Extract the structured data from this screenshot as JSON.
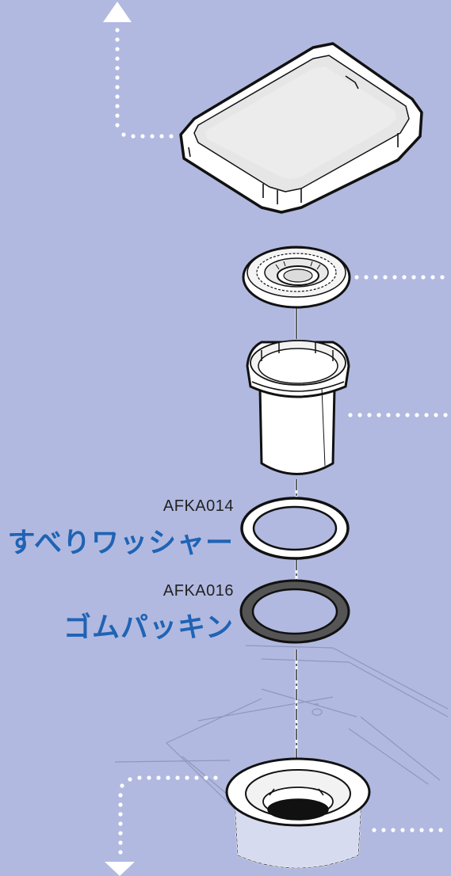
{
  "parts": [
    {
      "code": "AFKA014",
      "name": "すべりワッシャー"
    },
    {
      "code": "AFKA016",
      "name": "ゴムパッキン"
    }
  ],
  "colors": {
    "background": "#b1b9e0",
    "label_blue": "#1f63b4",
    "dotted_leader": "#ffffff",
    "part_outline": "#111111",
    "gasket_fill": "#555555"
  },
  "icons": [
    "arrow-up-icon",
    "arrow-down-icon"
  ]
}
